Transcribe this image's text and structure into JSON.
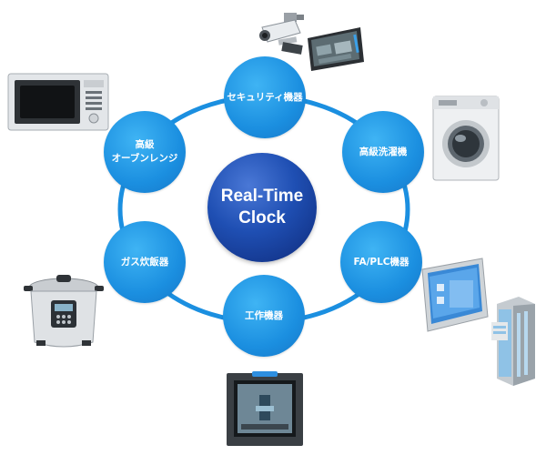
{
  "center": {
    "label": "Real-Time\nClock"
  },
  "nodes": [
    {
      "id": "security",
      "label": "セキュリティ機器"
    },
    {
      "id": "washer",
      "label": "高級洗濯機"
    },
    {
      "id": "fa",
      "label": "FA/PLC機器"
    },
    {
      "id": "machine",
      "label": "工作機器"
    },
    {
      "id": "rice",
      "label": "ガス炊飯器"
    },
    {
      "id": "oven",
      "label": "高級\nオーブンレンジ"
    }
  ],
  "colors": {
    "node": "#1b8fe0",
    "ring": "#1b8fe0",
    "center": "#1f4fb3"
  },
  "icons": [
    "security-camera-icon",
    "monitor-panel-icon",
    "washing-machine-icon",
    "touch-panel-icon",
    "building-icon",
    "3d-printer-icon",
    "pressure-cooker-icon",
    "microwave-oven-icon"
  ]
}
